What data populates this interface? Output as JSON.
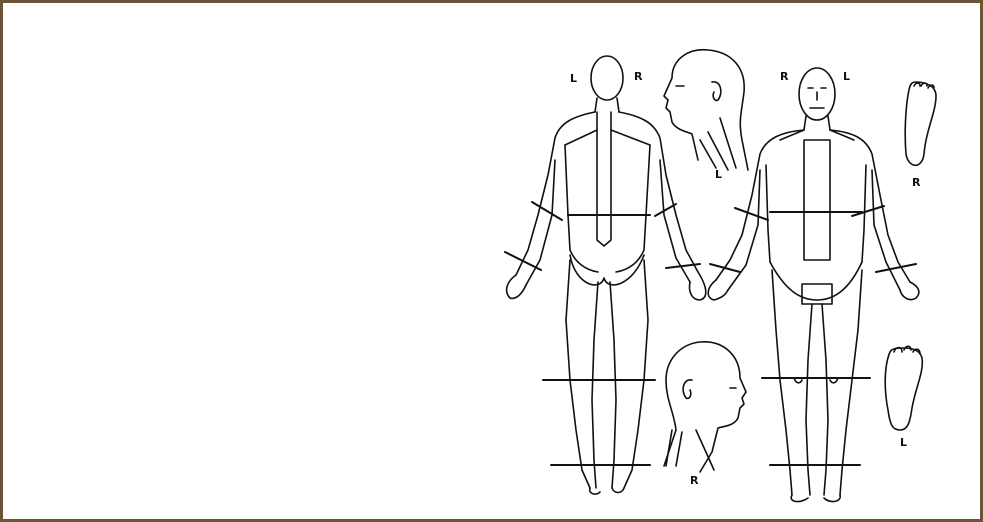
{
  "diagram": {
    "back_view": {
      "left_label": "L",
      "right_label": "R"
    },
    "head_profile_top": {
      "label": "L"
    },
    "front_view": {
      "left_label": "R",
      "right_label": "L"
    },
    "foot_top": {
      "label": "R"
    },
    "head_profile_bottom": {
      "label": "R"
    },
    "foot_bottom": {
      "label": "L"
    },
    "colors": {
      "border": "#6b5438",
      "ink": "#111111",
      "background": "#ffffff"
    }
  }
}
